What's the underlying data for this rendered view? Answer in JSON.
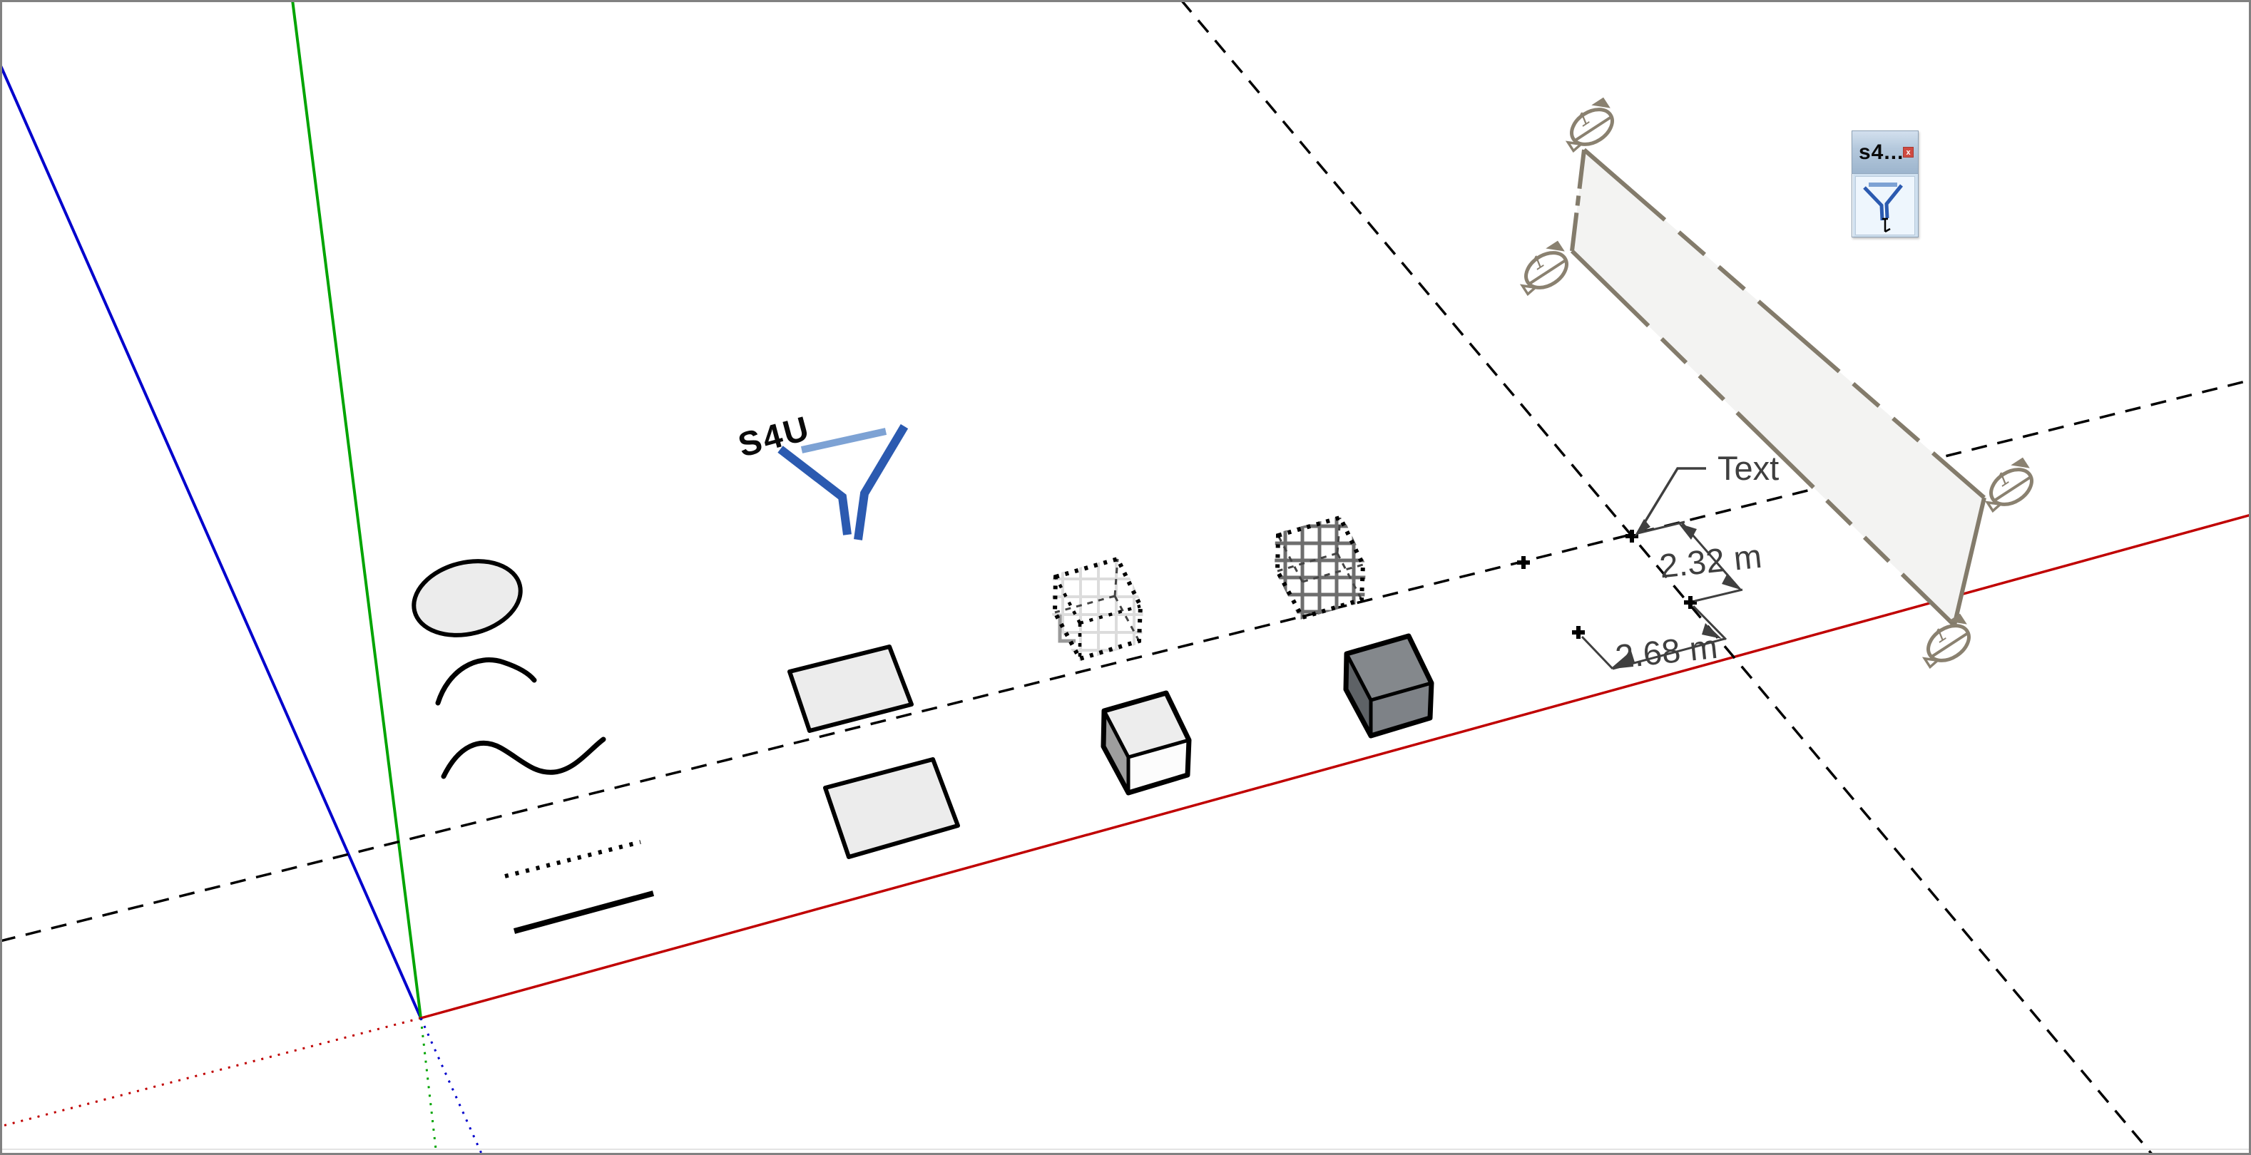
{
  "scene": {
    "logo_text": "S4U",
    "text_label": "Text",
    "dimension_1": "2.32 m",
    "dimension_2": "2.68 m",
    "marker_label": "1"
  },
  "toolbar_window": {
    "title": "s4...",
    "close_label": "x",
    "button_icon": "s4u-funnel-icon"
  },
  "icons": {
    "model_logo": "funnel-icon",
    "guide_point": "plus-guide-point",
    "corner_marker": "elevation-marker-1"
  },
  "colors": {
    "axis_red": "#c00000",
    "axis_green": "#00a400",
    "axis_blue": "#0000cc",
    "guide_black": "#000000",
    "plane_edge": "#837b6b",
    "plane_fill": "#f3f3f2",
    "dimension_text": "#3f3f3f",
    "funnel_dark_blue": "#2b5ab0",
    "funnel_light_blue": "#7da2d4",
    "close_button_red": "#cf4a41",
    "titlebar_blue": "#aac3db",
    "shape_fill_gray": "#ececec",
    "dark_cube_top": "#84888c",
    "dark_cube_left": "#5e6266",
    "dark_cube_front": "#7e8287"
  }
}
